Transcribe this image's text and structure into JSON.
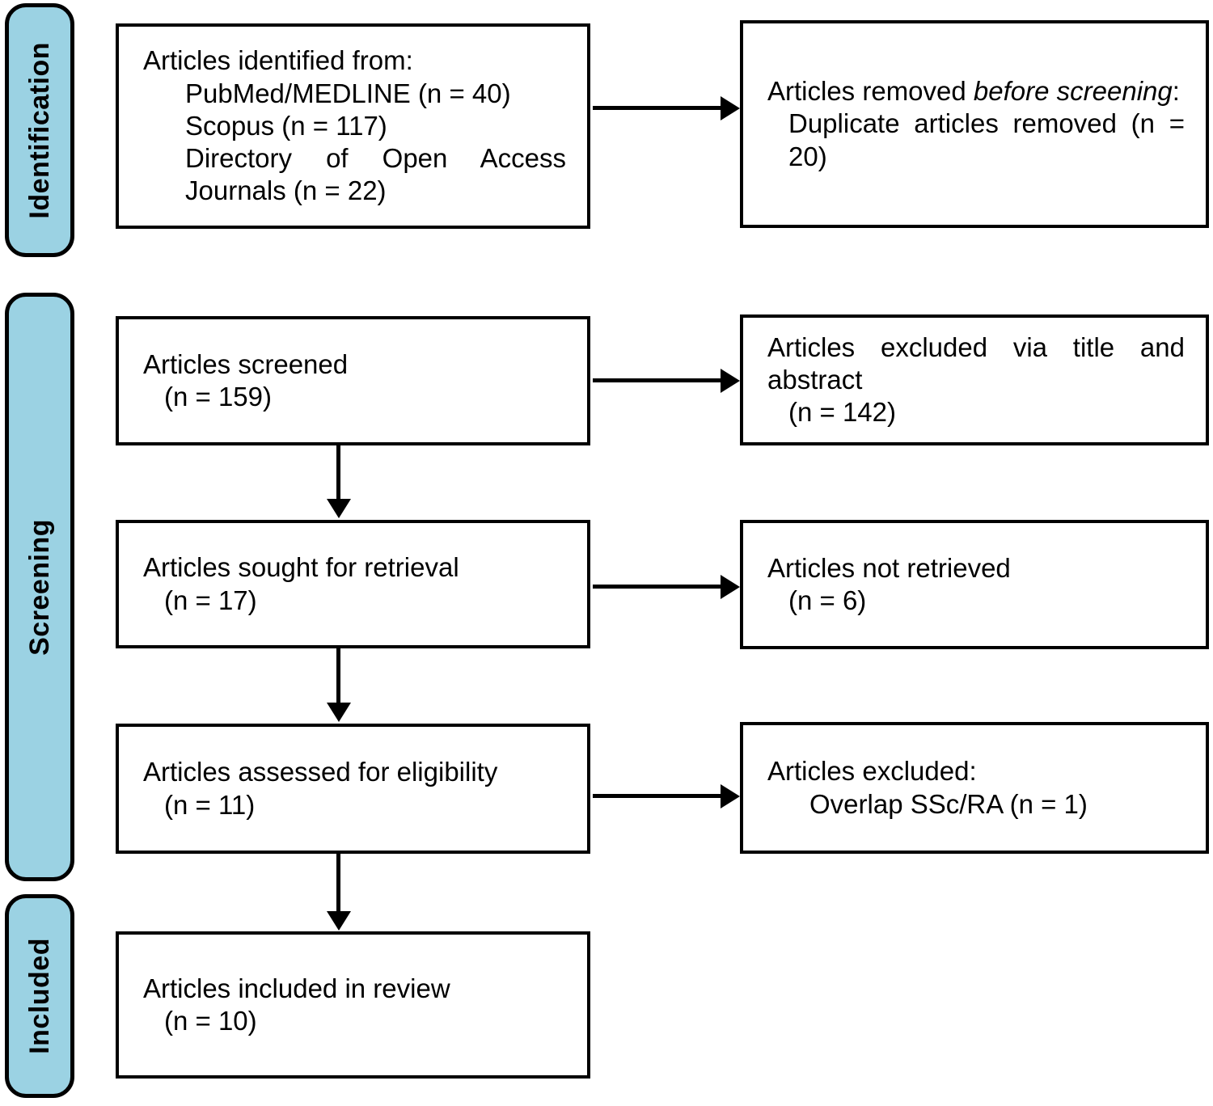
{
  "diagram": {
    "type": "prisma-flow-diagram",
    "accent_color": "#9BD2E3",
    "border_color": "#000000",
    "background_color": "#FFFFFF"
  },
  "stages": {
    "identification": "Identification",
    "screening": "Screening",
    "included": "Included"
  },
  "boxes": {
    "identified": {
      "line1": "Articles identified from:",
      "line2": "PubMed/MEDLINE (n = 40)",
      "line3": "Scopus (n = 117)",
      "line4": "Directory of Open Access Journals (n = 22)"
    },
    "removed_before_screening": {
      "line1_plain": "Articles removed ",
      "line1_italic": "before screening",
      "line1_suffix": ":",
      "line2": "Duplicate articles removed (n = 20)"
    },
    "screened": {
      "line1": "Articles screened",
      "line2": "(n = 159)"
    },
    "excluded_title_abstract": {
      "line1": "Articles excluded via title and abstract",
      "line2": "(n = 142)"
    },
    "sought_for_retrieval": {
      "line1": "Articles sought for retrieval",
      "line2": "(n = 17)"
    },
    "not_retrieved": {
      "line1": "Articles not retrieved",
      "line2": "(n = 6)"
    },
    "assessed_for_eligibility": {
      "line1": "Articles assessed for eligibility",
      "line2": "(n = 11)"
    },
    "excluded_overlap": {
      "line1": "Articles excluded:",
      "line2": "Overlap SSc/RA (n = 1)"
    },
    "included_in_review": {
      "line1": "Articles included in review",
      "line2": "(n = 10)"
    }
  },
  "chart_data": {
    "type": "table",
    "title": "PRISMA flow of article selection",
    "stages": [
      "Identification",
      "Screening",
      "Included"
    ],
    "counts": {
      "identified_pubmed_medline": 40,
      "identified_scopus": 117,
      "identified_doaj": 22,
      "duplicates_removed": 20,
      "screened": 159,
      "excluded_title_abstract": 142,
      "sought_for_retrieval": 17,
      "not_retrieved": 6,
      "assessed_for_eligibility": 11,
      "excluded_overlap_ssc_ra": 1,
      "included_in_review": 10
    }
  }
}
